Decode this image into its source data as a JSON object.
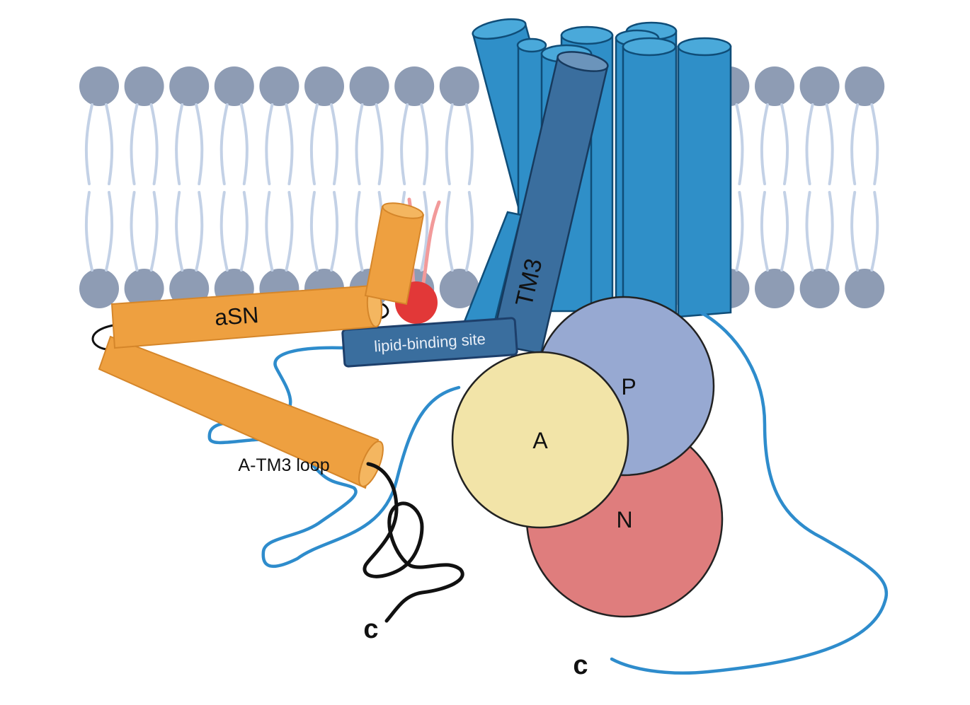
{
  "labels": {
    "asn": "aSN",
    "tm3": "TM3",
    "lipid_site": "lipid-binding site",
    "loop": "A-TM3 loop",
    "domain_a": "A",
    "domain_p": "P",
    "domain_n": "N",
    "c_term_asn": "c",
    "c_term_protein": "c"
  },
  "colors": {
    "membrane_head": "#8e9cb4",
    "membrane_tail": "#c3d1e6",
    "helix_blue": "#2f8fc8",
    "tm3_helix": "#3a6e9e",
    "asn_orange": "#eea040",
    "domain_a": "#f2e4a8",
    "domain_p": "#97a9d2",
    "domain_n": "#df7d7d",
    "lipid_red": "#e23838",
    "lipid_tail": "#f29a9a",
    "linker_blue": "#2e8ccc",
    "tail_black": "#111111"
  }
}
